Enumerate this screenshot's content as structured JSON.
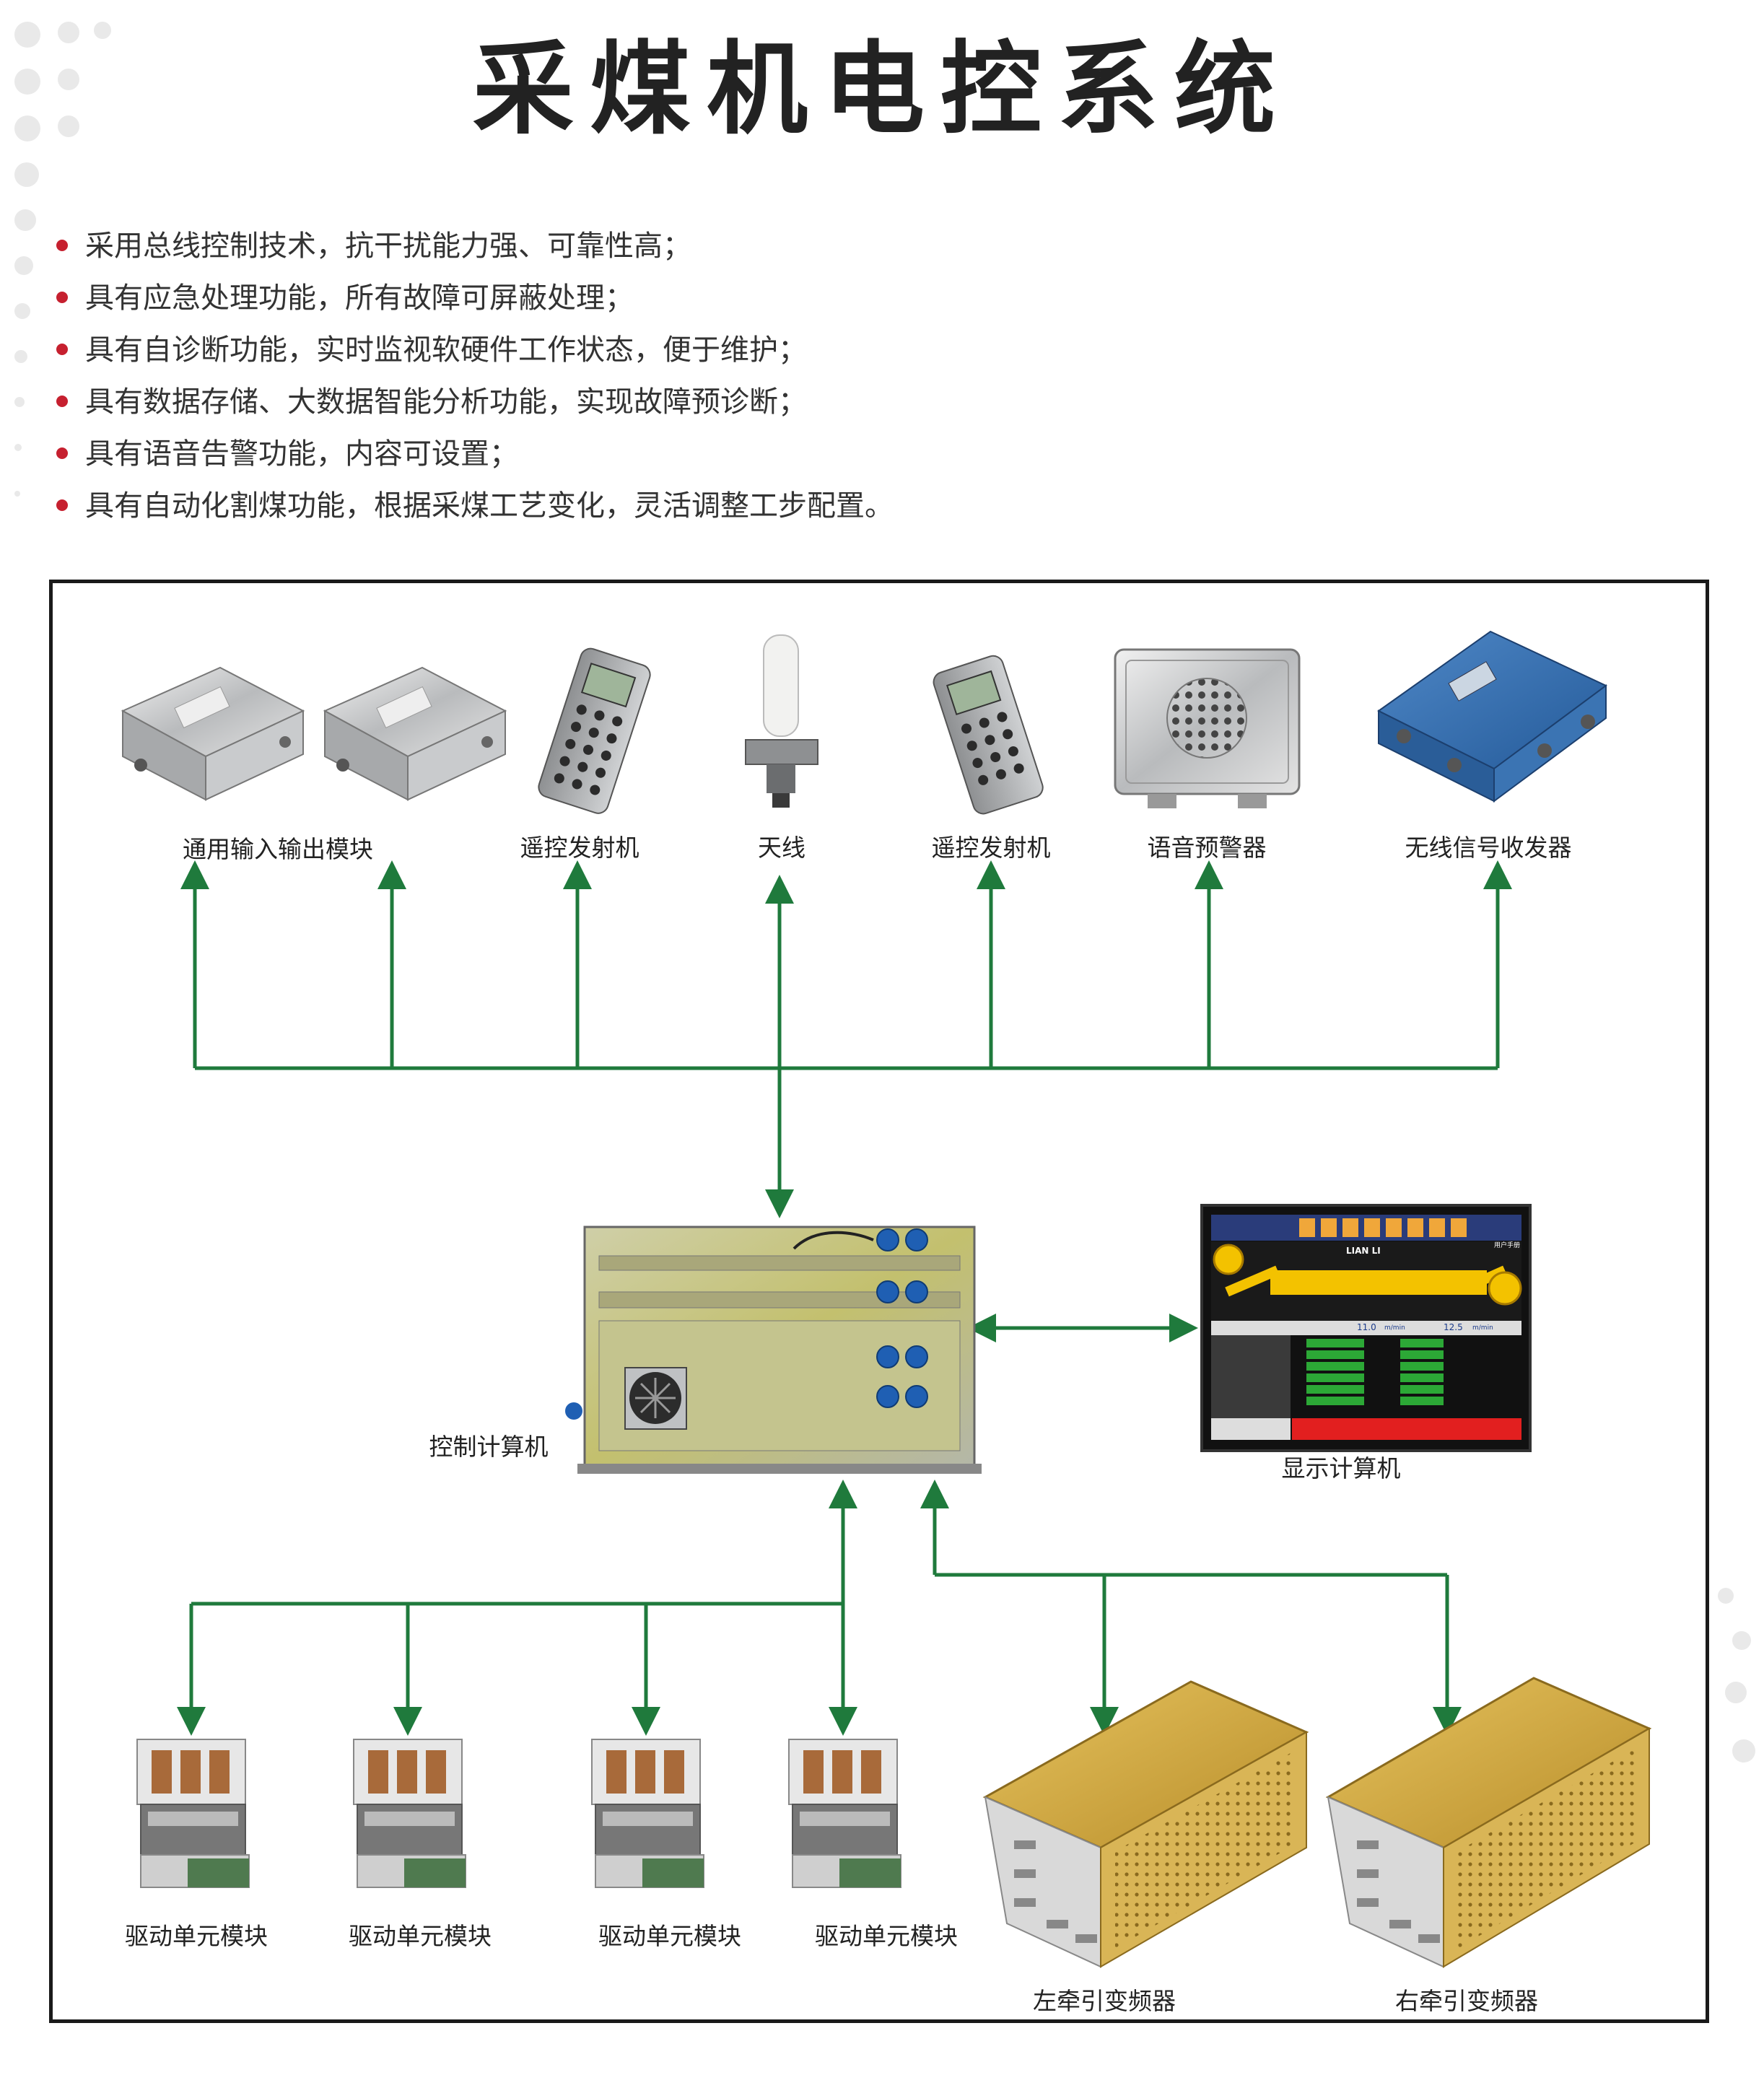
{
  "title": "采煤机电控系统",
  "features": [
    "采用总线控制技术，抗干扰能力强、可靠性高；",
    "具有应急处理功能，所有故障可屏蔽处理；",
    "具有自诊断功能，实时监视软硬件工作状态，便于维护；",
    "具有数据存储、大数据智能分析功能，实现故障预诊断；",
    "具有语音告警功能，内容可设置；",
    "具有自动化割煤功能，根据采煤工艺变化，灵活调整工步配置。"
  ],
  "devices": {
    "io_module": "通用输入输出模块",
    "remote_left": "遥控发射机",
    "antenna": "天线",
    "remote_right": "遥控发射机",
    "voice_alarm": "语音预警器",
    "wireless": "无线信号收发器",
    "control_computer": "控制计算机",
    "display_computer": "显示计算机",
    "drive_1": "驱动单元模块",
    "drive_2": "驱动单元模块",
    "drive_3": "驱动单元模块",
    "drive_4": "驱动单元模块",
    "left_inverter": "左牵引变频器",
    "right_inverter": "右牵引变频器"
  },
  "screen": {
    "brand": "LIAN LI",
    "speed_left": "11.0",
    "speed_right": "12.5",
    "unit": "m/min",
    "button": "用户手册"
  },
  "colors": {
    "accent_red": "#c6202f",
    "wire_green": "#1f7a3c",
    "inverter_gold": "#d2a83c",
    "box_blue": "#2f6db0"
  }
}
